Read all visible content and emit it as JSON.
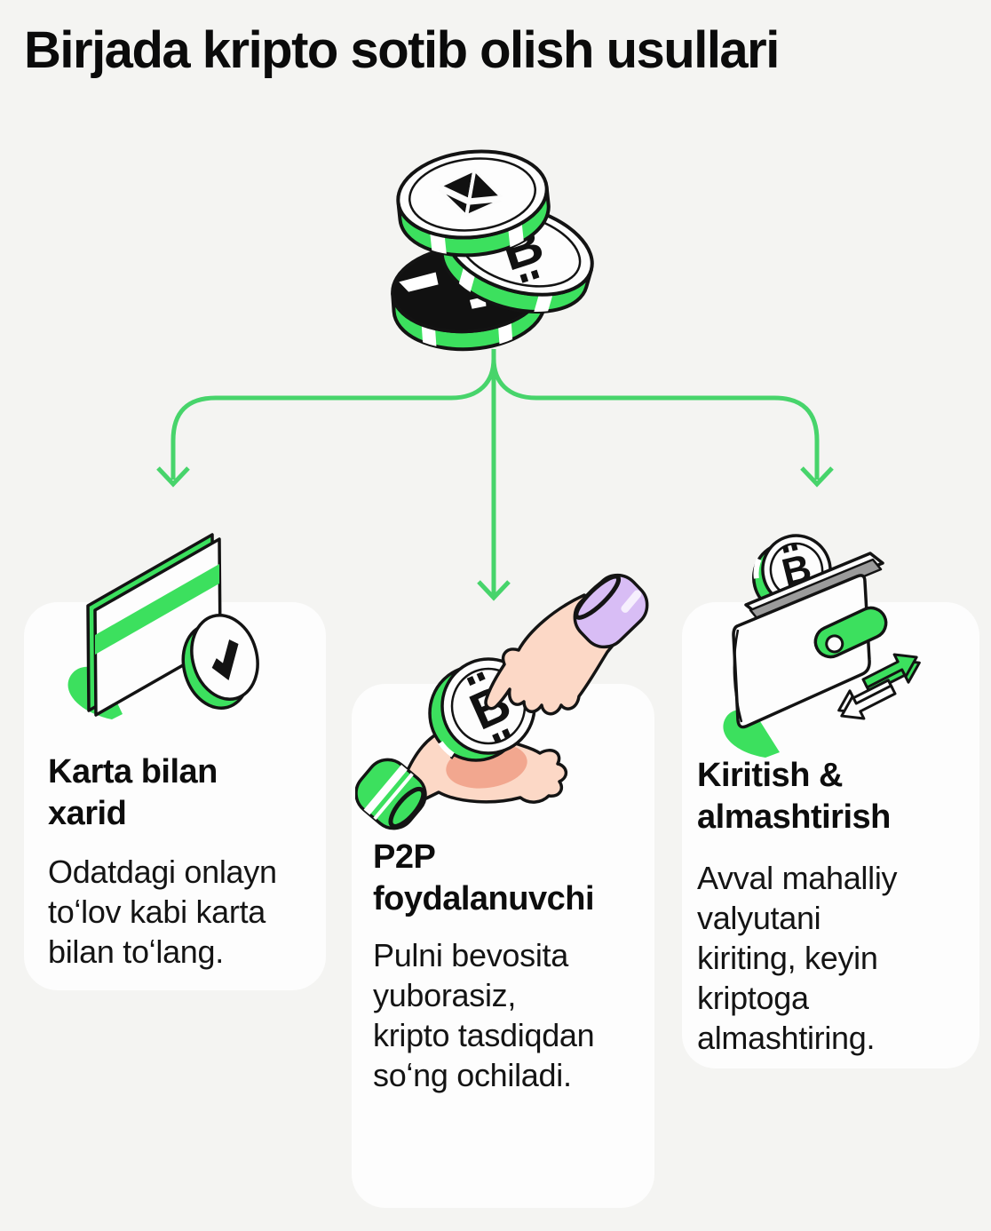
{
  "title": "Birjada kripto sotib olish usullari",
  "colors": {
    "background": "#f4f4f2",
    "card_background": "#fdfdfd",
    "text": "#0d0d0d",
    "illustration_green": "#3ce05e",
    "arrow_green": "#47d46b",
    "sleeve_purple": "#d8bdf5",
    "skin": "#fcd8c6",
    "wallet_gray": "#9b9b9b"
  },
  "icons": {
    "coin_stack": "crypto-coins-stack",
    "coin_top": "ethereum-coin",
    "coin_middle": "bitcoin-coin",
    "coin_bottom": "black-coin",
    "branch_arrows": "three-way-down-arrows",
    "card_left": "bank-card-with-checkmark",
    "card_mid": "hands-exchanging-bitcoin",
    "card_right": "wallet-with-exchange-arrows"
  },
  "cards": [
    {
      "title": "Karta bilan\nxarid",
      "body": "Odatdagi onlayn\ntoʻlov kabi karta\nbilan toʻlang."
    },
    {
      "title": "P2P\nfoydalanuvchi",
      "body": "Pulni bevosita\nyuborasiz,\nkripto tasdiqdan\nsoʻng ochiladi."
    },
    {
      "title": "Kiritish &\nalmashtirish",
      "body": "Avval mahalliy\nvalyutani\nkiriting, keyin\nkriptoga\nalmashtiring."
    }
  ]
}
